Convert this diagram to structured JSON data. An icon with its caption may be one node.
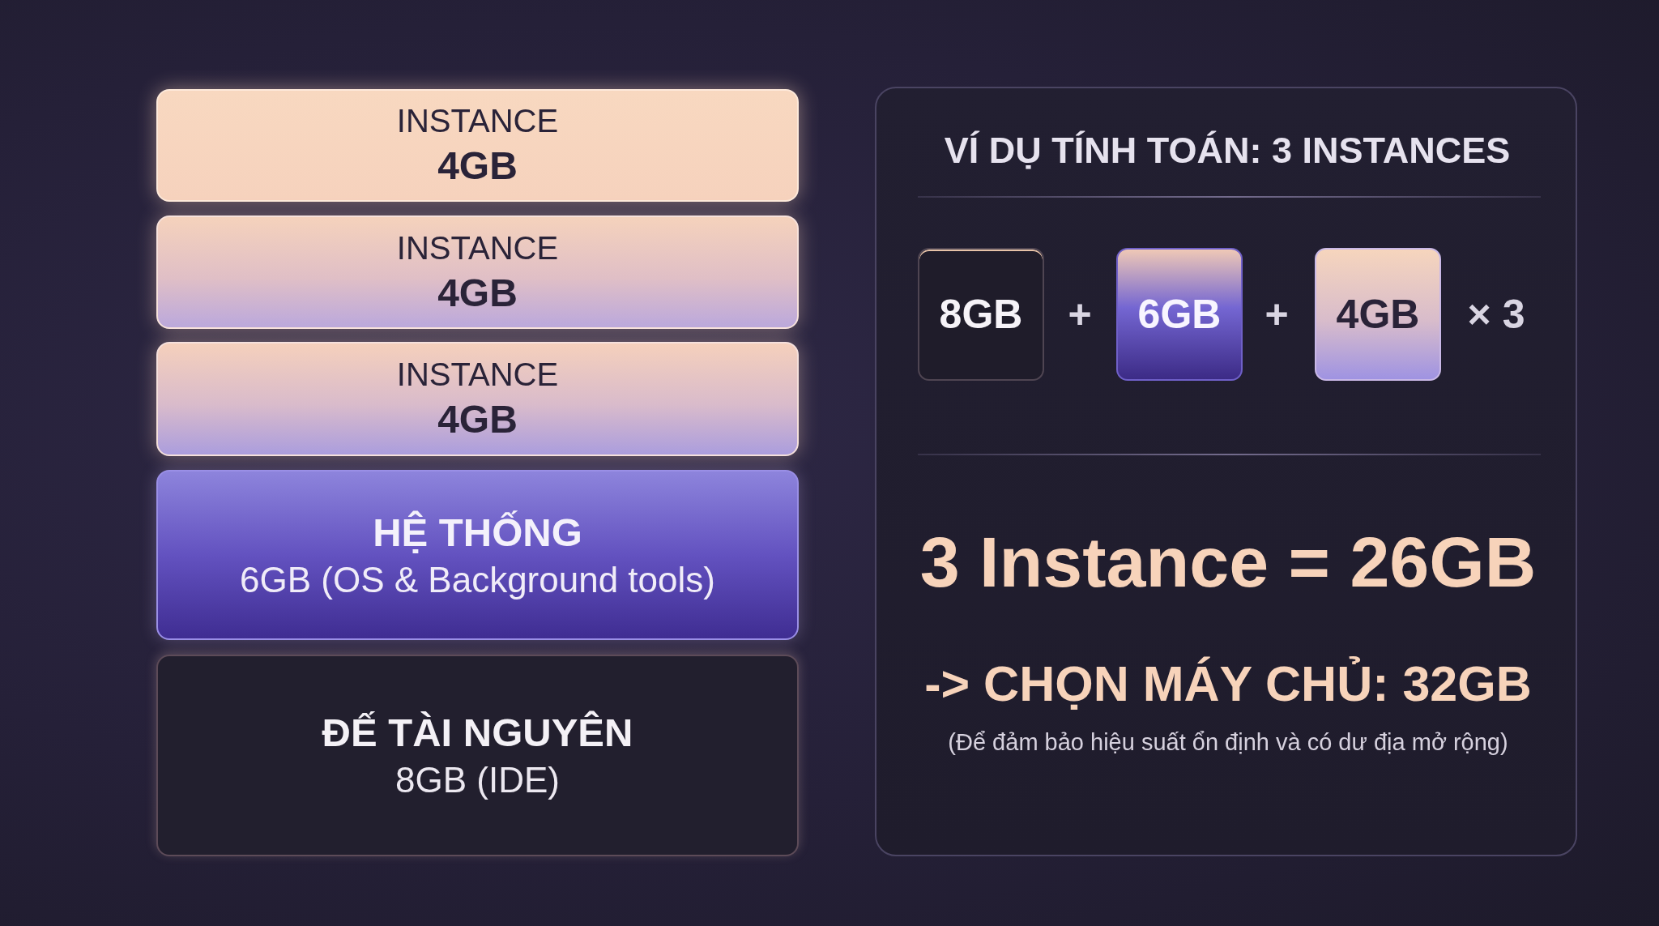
{
  "diagram": {
    "nodes": [
      {
        "text": [
          "INSTANCE",
          "4GB"
        ]
      },
      {
        "text": [
          "INSTANCE",
          "4GB"
        ]
      },
      {
        "text": [
          "INSTANCE",
          "4GB"
        ]
      },
      {
        "text": [
          "HỆ THỐNG",
          "6GB (OS & Background tools)"
        ]
      },
      {
        "text": [
          "ĐẾ TÀI NGUYÊN",
          "8GB (IDE)"
        ]
      },
      {
        "text": [
          "VÍ DỤ TÍNH TOÁN: 3 INSTANCES",
          "+",
          "+",
          "× 3",
          "3 Instance = 26GB",
          "-> CHỌN MÁY CHỦ: 32GB",
          "(Để đảm bảo hiệu suất ổn định và có dư địa mở rộng)"
        ]
      },
      {
        "text": [
          "8GB"
        ],
        "in": 5
      },
      {
        "text": [
          "6GB"
        ],
        "in": 5
      },
      {
        "text": [
          "4GB"
        ],
        "in": 5
      }
    ]
  }
}
